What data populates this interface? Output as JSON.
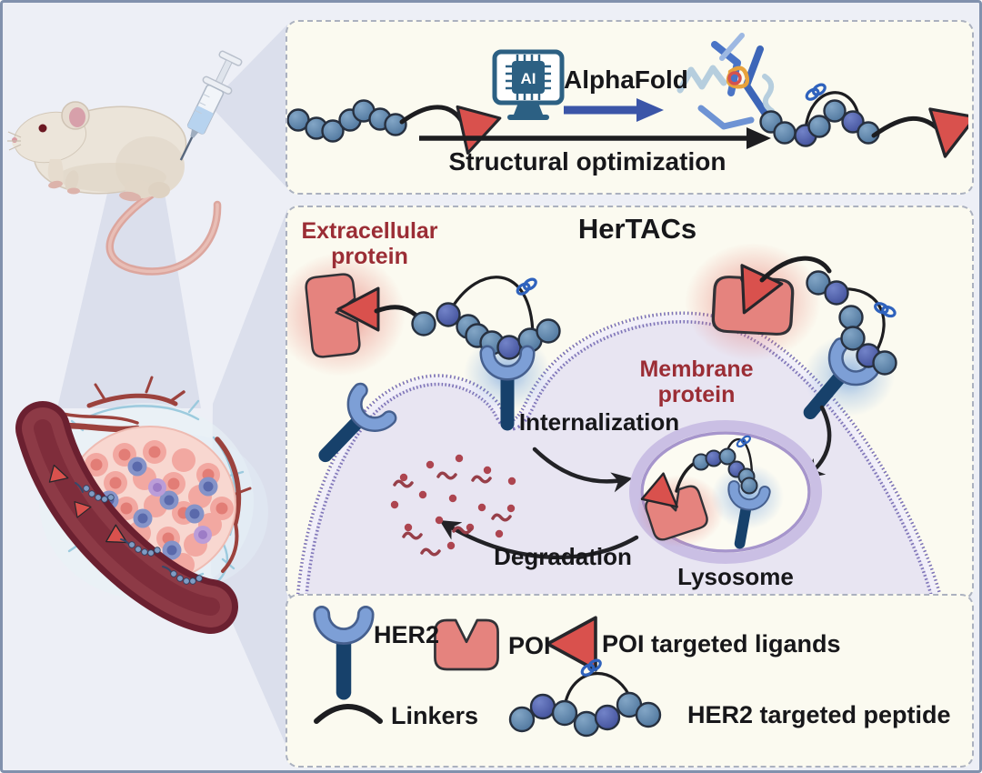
{
  "alphafold_panel": {
    "ai_chip_label": "AI",
    "alphafold_label": "AlphaFold",
    "optimization_label": "Structural optimization"
  },
  "hertacs_panel": {
    "title": "HerTACs",
    "extracellular_protein_label": "Extracellular protein",
    "membrane_protein_label": "Membrane protein",
    "internalization_label": "Internalization",
    "degradation_label": "Degradation",
    "lysosome_label": "Lysosome"
  },
  "legend_panel": {
    "items": [
      {
        "icon": "her2-receptor-icon",
        "label": "HER2"
      },
      {
        "icon": "poi-icon",
        "label": "POI"
      },
      {
        "icon": "poi-ligand-triangle-icon",
        "label": "POI targeted ligands"
      },
      {
        "icon": "linker-curve-icon",
        "label": "Linkers"
      },
      {
        "icon": "her2-peptide-beads-icon",
        "label": "HER2 targeted peptide"
      }
    ]
  },
  "illustrations": {
    "mouse": "lab-mouse-with-syringe",
    "tumor": "tumor-with-blood-vessel"
  },
  "colors": {
    "background": "#edeff6",
    "panel_background": "#fbfaf0",
    "beam": "#dbdfec",
    "label_red": "#9b2d35",
    "poi_red": "#e5837e",
    "ligand_red": "#d9514d",
    "bead_blue": "#5d82a8",
    "bead_dark_blue": "#4b5fae",
    "receptor_light_blue": "#7d9fd6",
    "receptor_navy": "#17416b",
    "membrane_purple": "#7d73b8",
    "arrow_blue": "#3b55a8",
    "text_black": "#1b1b1e"
  }
}
